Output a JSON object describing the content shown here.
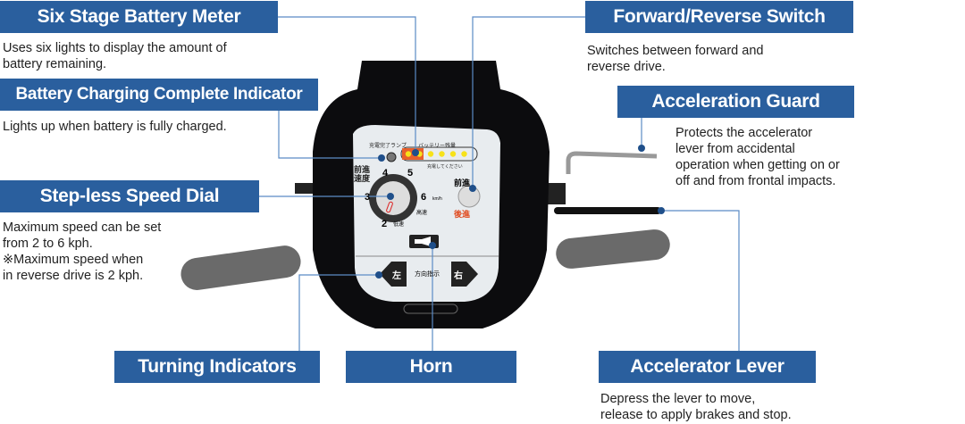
{
  "callouts": [
    {
      "title": "Six Stage Battery Meter",
      "description": "Uses six lights to display the amount of\nbattery remaining."
    },
    {
      "title": "Battery Charging Complete Indicator",
      "description": "Lights up when battery is fully charged."
    },
    {
      "title": "Step-less Speed Dial",
      "description": "Maximum speed can be set\nfrom 2 to 6 kph.\n※Maximum speed when\nin reverse drive is 2 kph."
    },
    {
      "title": "Turning Indicators",
      "description": ""
    },
    {
      "title": "Horn",
      "description": ""
    },
    {
      "title": "Accelerator Lever",
      "description": "Depress the lever to move,\n release to apply brakes and stop."
    },
    {
      "title": "Forward/Reverse Switch",
      "description": "Switches between forward and\nreverse drive."
    },
    {
      "title": "Acceleration Guard",
      "description": "Protects the accelerator\nlever from accidental\noperation when getting on or\noff and from frontal impacts."
    }
  ],
  "panel": {
    "charge_lamp": "充電完了ランプ",
    "battery_level": "バッテリー残量",
    "charge_please": "充電してください",
    "forward_speed": "前進\n速度",
    "dial_ticks": [
      "2",
      "3",
      "4",
      "5",
      "6"
    ],
    "unit": "km/h",
    "low": "低速",
    "high": "高速",
    "forward": "前進",
    "reverse": "後進",
    "left": "左",
    "right": "右",
    "turn_signal": "方向指示",
    "battery_lights_on": 2,
    "battery_lights_total": 6
  },
  "colors": {
    "label_bg": "#2a5f9e",
    "leader": "#5b8bc5",
    "dot": "#1f4f8a"
  }
}
